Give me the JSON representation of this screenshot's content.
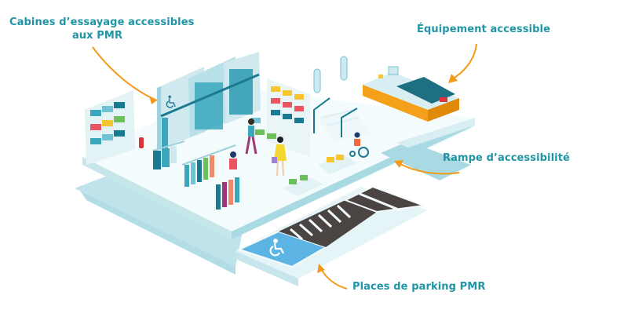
{
  "labels": {
    "cabines_line1": "Cabines d’essayage accessibles",
    "cabines_line2": "aux PMR",
    "equipement": "Équipement accessible",
    "rampe": "Rampe d’accessibilité",
    "parking": "Places de parking PMR"
  },
  "colors": {
    "label_text": "#1f95a6",
    "arrow": "#f39a1b",
    "floor_light": "#d7eef3",
    "floor_shadow": "#a9d9e2",
    "teal_dark": "#1c7a90",
    "teal_mid": "#3aa7bd",
    "parking_pmr_blue": "#5bb4e3",
    "asphalt": "#4a4543",
    "counter_orange": "#f5a01a"
  },
  "icons": {
    "accessible_parking": "wheelchair-icon",
    "fitting_room_sign": "wheelchair-icon"
  }
}
